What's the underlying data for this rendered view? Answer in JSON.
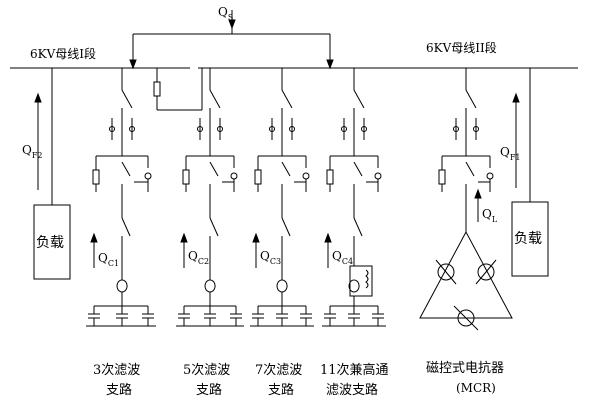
{
  "labels": {
    "qs_main": "Q",
    "qs_sub": "S",
    "bus_left": "6KV母线I段",
    "bus_right": "6KV母线II段",
    "qf2_main": "Q",
    "qf2_sub": "F2",
    "qf1_main": "Q",
    "qf1_sub": "F1",
    "load_left": "负载",
    "load_right": "负载",
    "qc1_main": "Q",
    "qc1_sub": "C1",
    "qc2_main": "Q",
    "qc2_sub": "C2",
    "qc3_main": "Q",
    "qc3_sub": "C3",
    "qc4_main": "Q",
    "qc4_sub": "C4",
    "ql_main": "Q",
    "ql_sub": "L"
  },
  "branches": [
    {
      "line1": "3次滤波",
      "line2": "支路"
    },
    {
      "line1": "5次滤波",
      "line2": "支路"
    },
    {
      "line1": "7次滤波",
      "line2": "支路"
    },
    {
      "line1": "11次兼高通",
      "line2": "滤波支路"
    }
  ],
  "mcr": {
    "line1": "磁控式电抗器",
    "line2": "(MCR)"
  }
}
